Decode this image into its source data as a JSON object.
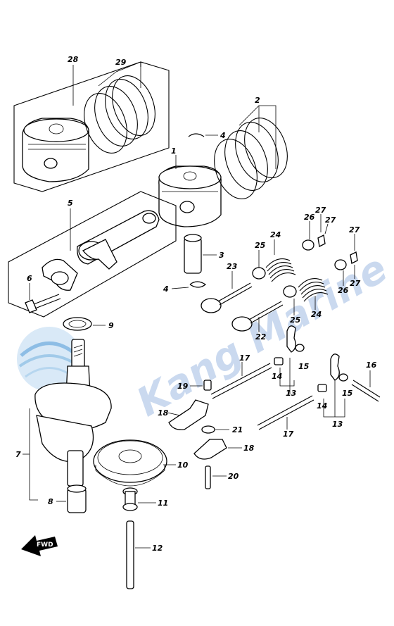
{
  "watermark": "Kang Marine",
  "fwd_label": "FWD",
  "labels": {
    "p1": "1",
    "p2": "2",
    "p3": "3",
    "p4a": "4",
    "p4b": "4",
    "p5": "5",
    "p6": "6",
    "p7": "7",
    "p8": "8",
    "p9": "9",
    "p10": "10",
    "p11": "11",
    "p12": "12",
    "p13a": "13",
    "p13b": "13",
    "p14a": "14",
    "p14b": "14",
    "p15a": "15",
    "p15b": "15",
    "p16": "16",
    "p17a": "17",
    "p17b": "17",
    "p18a": "18",
    "p18b": "18",
    "p19": "19",
    "p20": "20",
    "p21": "21",
    "p22": "22",
    "p23": "23",
    "p24a": "24",
    "p24b": "24",
    "p25a": "25",
    "p25b": "25",
    "p26a": "26",
    "p26b": "26",
    "p27a": "27",
    "p27b": "27",
    "p27c": "27",
    "p28": "28",
    "p29": "29"
  },
  "colors": {
    "watermark": "#9fbbe3",
    "logo": "#5aa0d8",
    "line": "#000000"
  }
}
